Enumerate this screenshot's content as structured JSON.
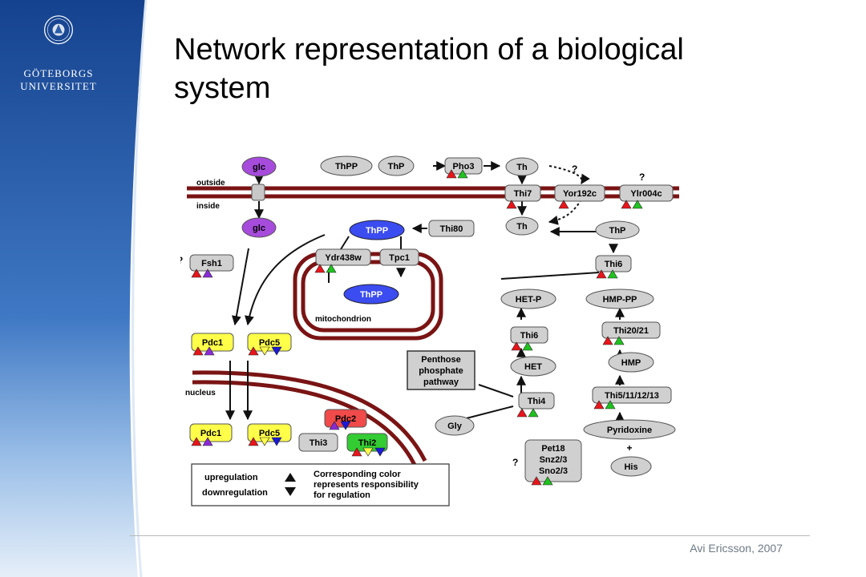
{
  "slide": {
    "title_line1": "Network representation of a biological",
    "title_line2": "system",
    "credit": "Avi Ericsson, 2007"
  },
  "logo": {
    "line1": "GÖTEBORGS",
    "line2": "UNIVERSITET"
  },
  "diagram": {
    "compartments": {
      "outside": "outside",
      "inside": "inside",
      "mitochondrion": "mitochondrion",
      "nucleus": "nucleus"
    },
    "nodes": {
      "glc_out": "glc",
      "glc_in": "glc",
      "thpp_out": "ThPP",
      "thp_out": "ThP",
      "pho3": "Pho3",
      "th_out": "Th",
      "thi7": "Thi7",
      "yor192c": "Yor192c",
      "ylr004c": "Ylr004c",
      "th_in": "Th",
      "thpp_blue": "ThPP",
      "thi80": "Thi80",
      "thp_in": "ThP",
      "fsh1": "Fsh1",
      "ydr438w": "Ydr438w",
      "tpc1": "Tpc1",
      "thpp_mito": "ThPP",
      "thi6_top": "Thi6",
      "het_p": "HET-P",
      "hmp_pp": "HMP-PP",
      "thi6_mid": "Thi6",
      "thi20": "Thi20/21",
      "het": "HET",
      "hmp": "HMP",
      "penthose1": "Penthose",
      "penthose2": "phosphate",
      "penthose3": "pathway",
      "thi4": "Thi4",
      "thi5": "Thi5/11/12/13",
      "gly": "Gly",
      "pyridoxine": "Pyridoxine",
      "plus": "+",
      "his": "His",
      "pdc1_top": "Pdc1",
      "pdc5_top": "Pdc5",
      "pdc1_bot": "Pdc1",
      "pdc5_bot": "Pdc5",
      "pdc2": "Pdc2",
      "thi3": "Thi3",
      "thi2": "Thi2",
      "pet18_1": "Pet18",
      "pet18_2": "Snz2/3",
      "pet18_3": "Sno2/3"
    },
    "unknown_marks": [
      "?",
      "?",
      "?",
      "?"
    ],
    "legend": {
      "up": "upregulation",
      "down": "downregulation",
      "desc1": "Corresponding color",
      "desc2": "represents responsibility",
      "desc3": "for regulation"
    },
    "colors": {
      "membrane": "#7a1414",
      "red": "#e8151b",
      "green": "#1fc21f",
      "purple": "#8a2bd6",
      "blue": "#1a1ad6",
      "yellow": "#ffff4a",
      "grey_node": "#d0d0d0",
      "blue_node": "#3b4cf0",
      "purple_node": "#a64bdc",
      "pdc2_red": "#f04a4a",
      "thi2_green": "#33cc33",
      "sidebar_blue": "#1d4f9c"
    }
  }
}
